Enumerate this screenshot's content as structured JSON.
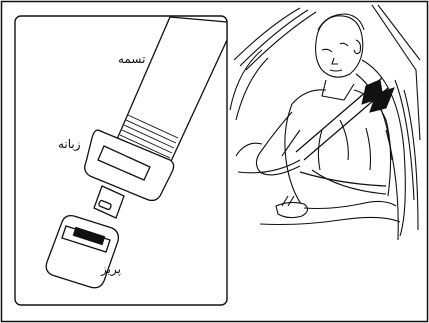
{
  "diagram": {
    "labels": {
      "strap": "تسمه",
      "tongue": "زبانه",
      "buckle": "پریز"
    },
    "colors": {
      "line": "#111111",
      "background": "#ffffff"
    }
  }
}
